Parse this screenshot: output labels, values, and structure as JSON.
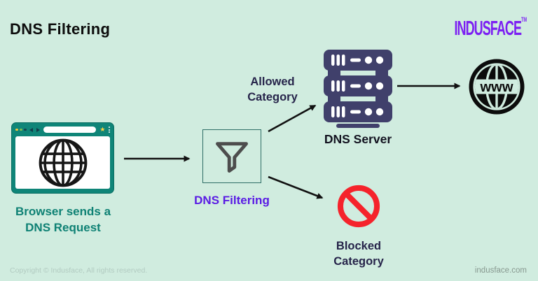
{
  "header": {
    "title": "DNS Filtering",
    "brand_name": "INDUSFACE",
    "brand_tm": "TM"
  },
  "nodes": {
    "browser": {
      "label_line1": "Browser sends a",
      "label_line2": "DNS Request"
    },
    "filter": {
      "label": "DNS Filtering"
    },
    "allowed": {
      "label_line1": "Allowed",
      "label_line2": "Category"
    },
    "server": {
      "label": "DNS Server"
    },
    "www": {
      "label": "www"
    },
    "blocked": {
      "label_line1": "Blocked",
      "label_line2": "Category"
    }
  },
  "colors": {
    "background": "#d0ecdf",
    "brand_purple": "#7c1ff2",
    "filter_label_purple": "#5a1ce4",
    "browser_teal": "#0f8578",
    "label_navy": "#26244a",
    "server_navy": "#40406b",
    "blocked_red": "#f5232b",
    "arrow_black": "#111111"
  },
  "footer": {
    "copyright": "Copyright © Indusface, All rights reserved.",
    "website": "indusface.com"
  }
}
